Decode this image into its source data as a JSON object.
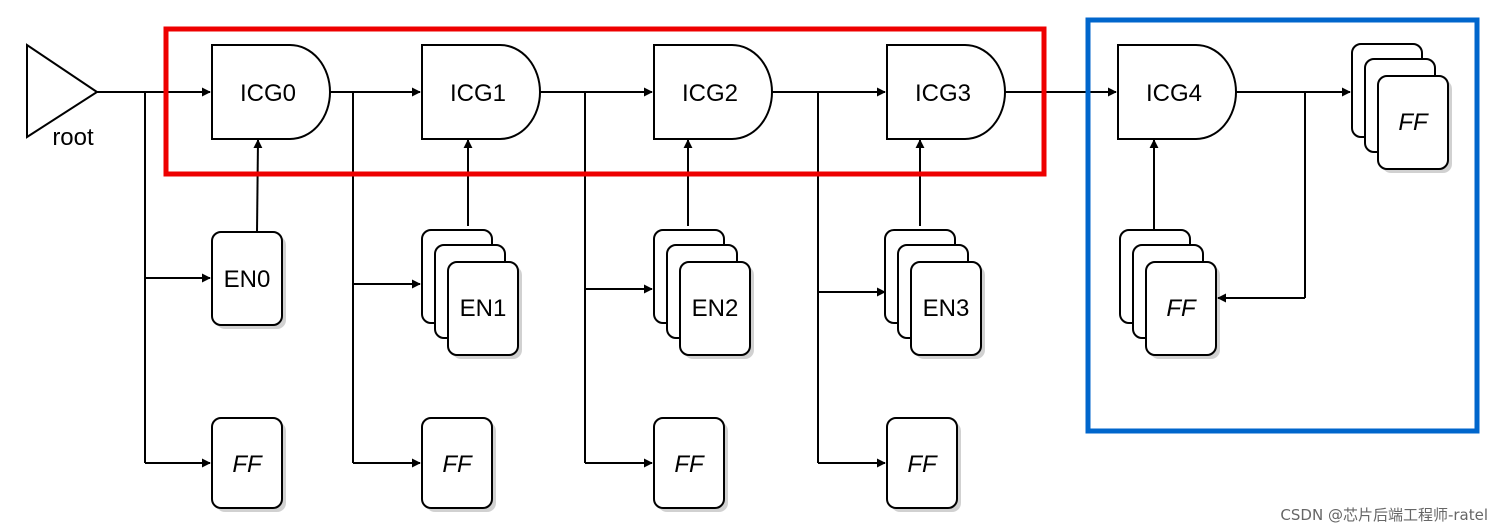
{
  "diagram": {
    "root_label": "root",
    "gates": [
      "ICG0",
      "ICG1",
      "ICG2",
      "ICG3",
      "ICG4"
    ],
    "enables": [
      "EN0",
      "EN1",
      "EN2",
      "EN3"
    ],
    "ff_label": "FF",
    "group_colors": {
      "red": "#ee0000",
      "blue": "#0066cc"
    }
  },
  "watermark": "CSDN @芯片后端工程师-ratel"
}
